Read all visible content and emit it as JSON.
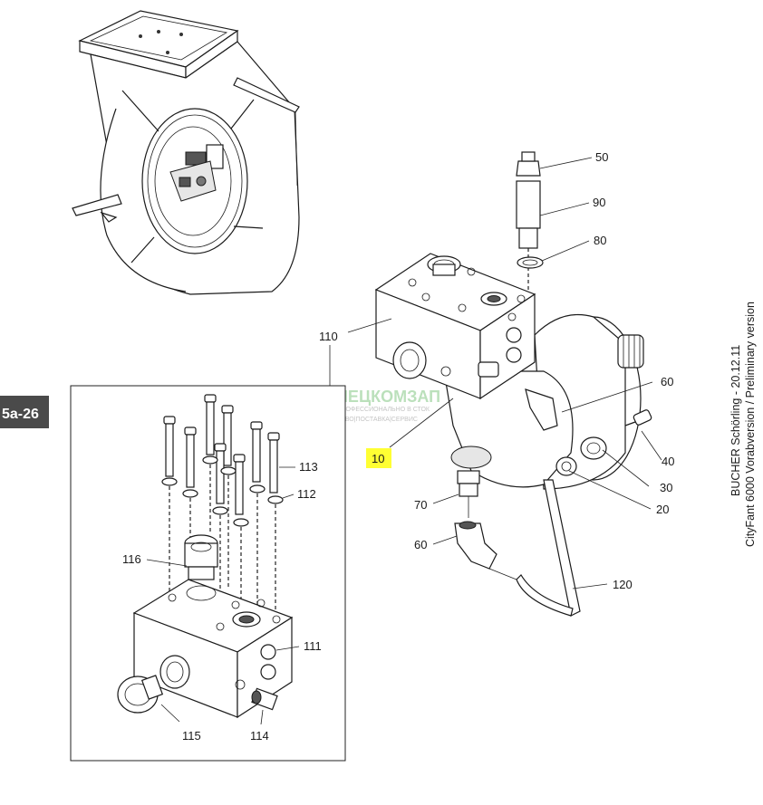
{
  "page_ref": "5a-26",
  "side_text": {
    "line1": "BUCHER Schörling - 20.12.11",
    "line2": "CityFant 6000 Vorabversion / Preliminary version"
  },
  "watermark": {
    "title": "СПЕЦКОМЗАП",
    "subtitle": "ПРОФЕССИОНАЛЬНО В СТОК",
    "tagline": "ПРОИЗВОДСТВО|ПОСТАВКА|СЕРВИС"
  },
  "highlight_color": "#ffff33",
  "labels": {
    "p50": "50",
    "p90": "90",
    "p80": "80",
    "p110": "110",
    "p60a": "60",
    "p10": "10",
    "p40": "40",
    "p30": "30",
    "p20": "20",
    "p70": "70",
    "p60b": "60",
    "p120": "120",
    "p113": "113",
    "p112": "112",
    "p116": "116",
    "p111": "111",
    "p115": "115",
    "p114": "114"
  }
}
